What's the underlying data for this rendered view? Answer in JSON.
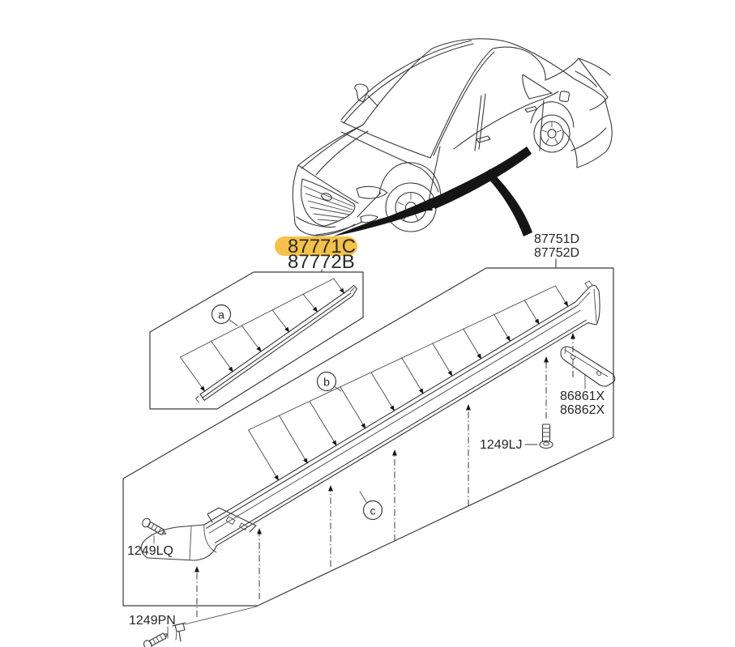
{
  "diagram": {
    "kind": "vehicle-parts-diagram",
    "highlight_color": "#F4C24A",
    "line_color": "#3a3a3a",
    "labels": {
      "highlighted_part_line1": "87771C",
      "highlighted_part_line2": "87772B",
      "side_moulding_line1": "87751D",
      "side_moulding_line2": "87752D",
      "bracket_line1": "86861X",
      "bracket_line2": "86862X",
      "screw_lj": "1249LJ",
      "screw_lq": "1249LQ",
      "screw_pn": "1249PN"
    },
    "callouts": {
      "a": "a",
      "b": "b",
      "c": "c"
    }
  }
}
